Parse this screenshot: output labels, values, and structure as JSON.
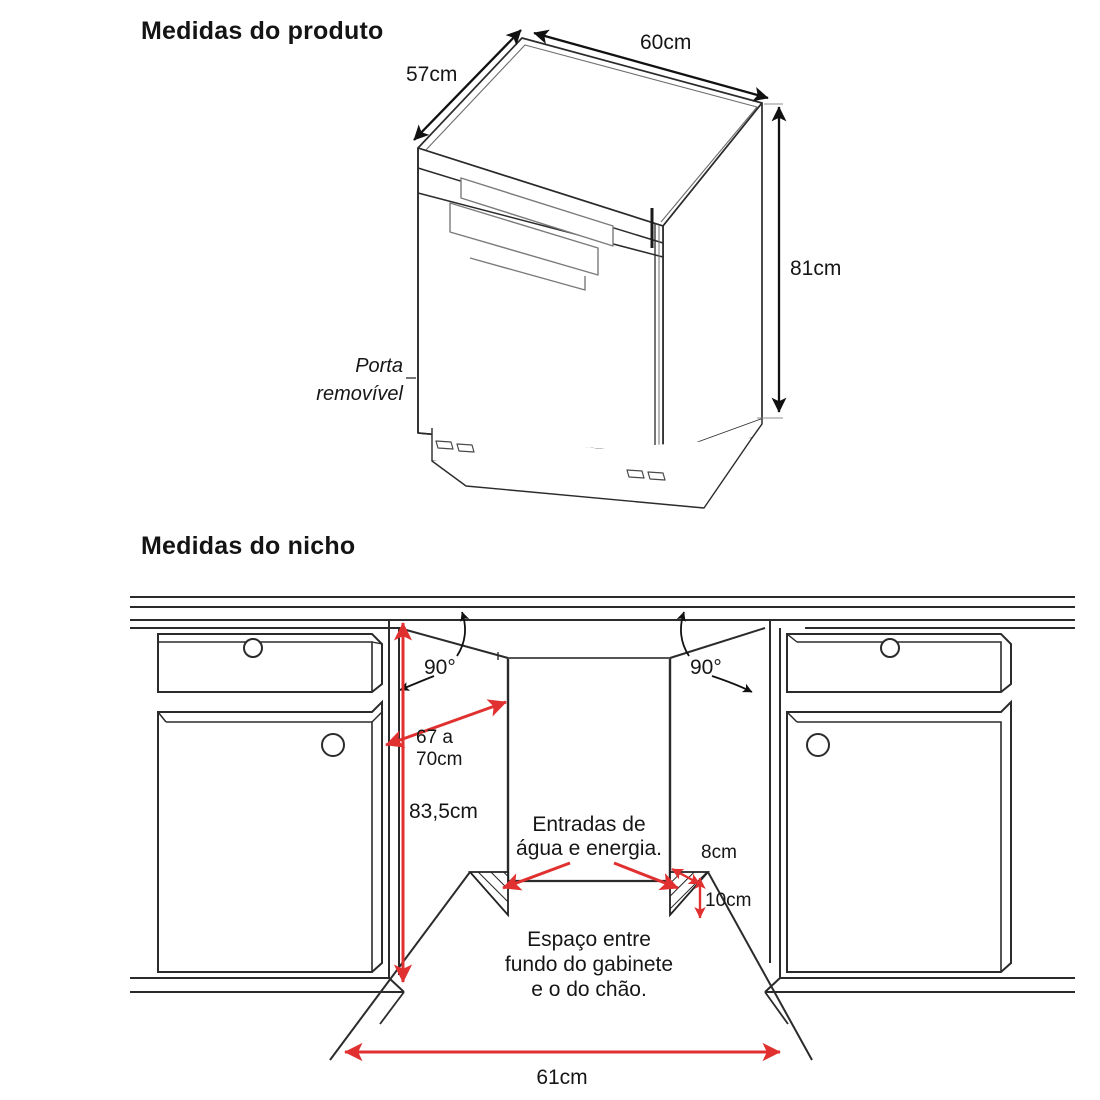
{
  "page": {
    "language": "pt-BR",
    "document_type": "installation-dimensions-diagram",
    "background_color": "#ffffff"
  },
  "colors": {
    "ink": "#1a1a1a",
    "line": "#2b2b2b",
    "thin_line": "#555555",
    "dimension_red": "#e03030",
    "dimension_black": "#111111",
    "hatch": "#222222"
  },
  "sections": {
    "product": {
      "title": "Medidas do produto",
      "labels": {
        "depth": "57cm",
        "width": "60cm",
        "height": "81cm",
        "door_note_line1": "Porta",
        "door_note_line2": "removível"
      }
    },
    "niche": {
      "title": "Medidas do nicho",
      "labels": {
        "angle_left": "90°",
        "angle_right": "90°",
        "depth_range_line1": "67 a",
        "depth_range_line2": "70cm",
        "height": "83,5cm",
        "inlets_line1": "Entradas de",
        "inlets_line2": "água e energia.",
        "corner_width": "8cm",
        "corner_height": "10cm",
        "floor_gap_line1": "Espaço entre",
        "floor_gap_line2": "fundo do gabinete",
        "floor_gap_line3": "e o do chão.",
        "opening_width": "61cm"
      }
    }
  }
}
